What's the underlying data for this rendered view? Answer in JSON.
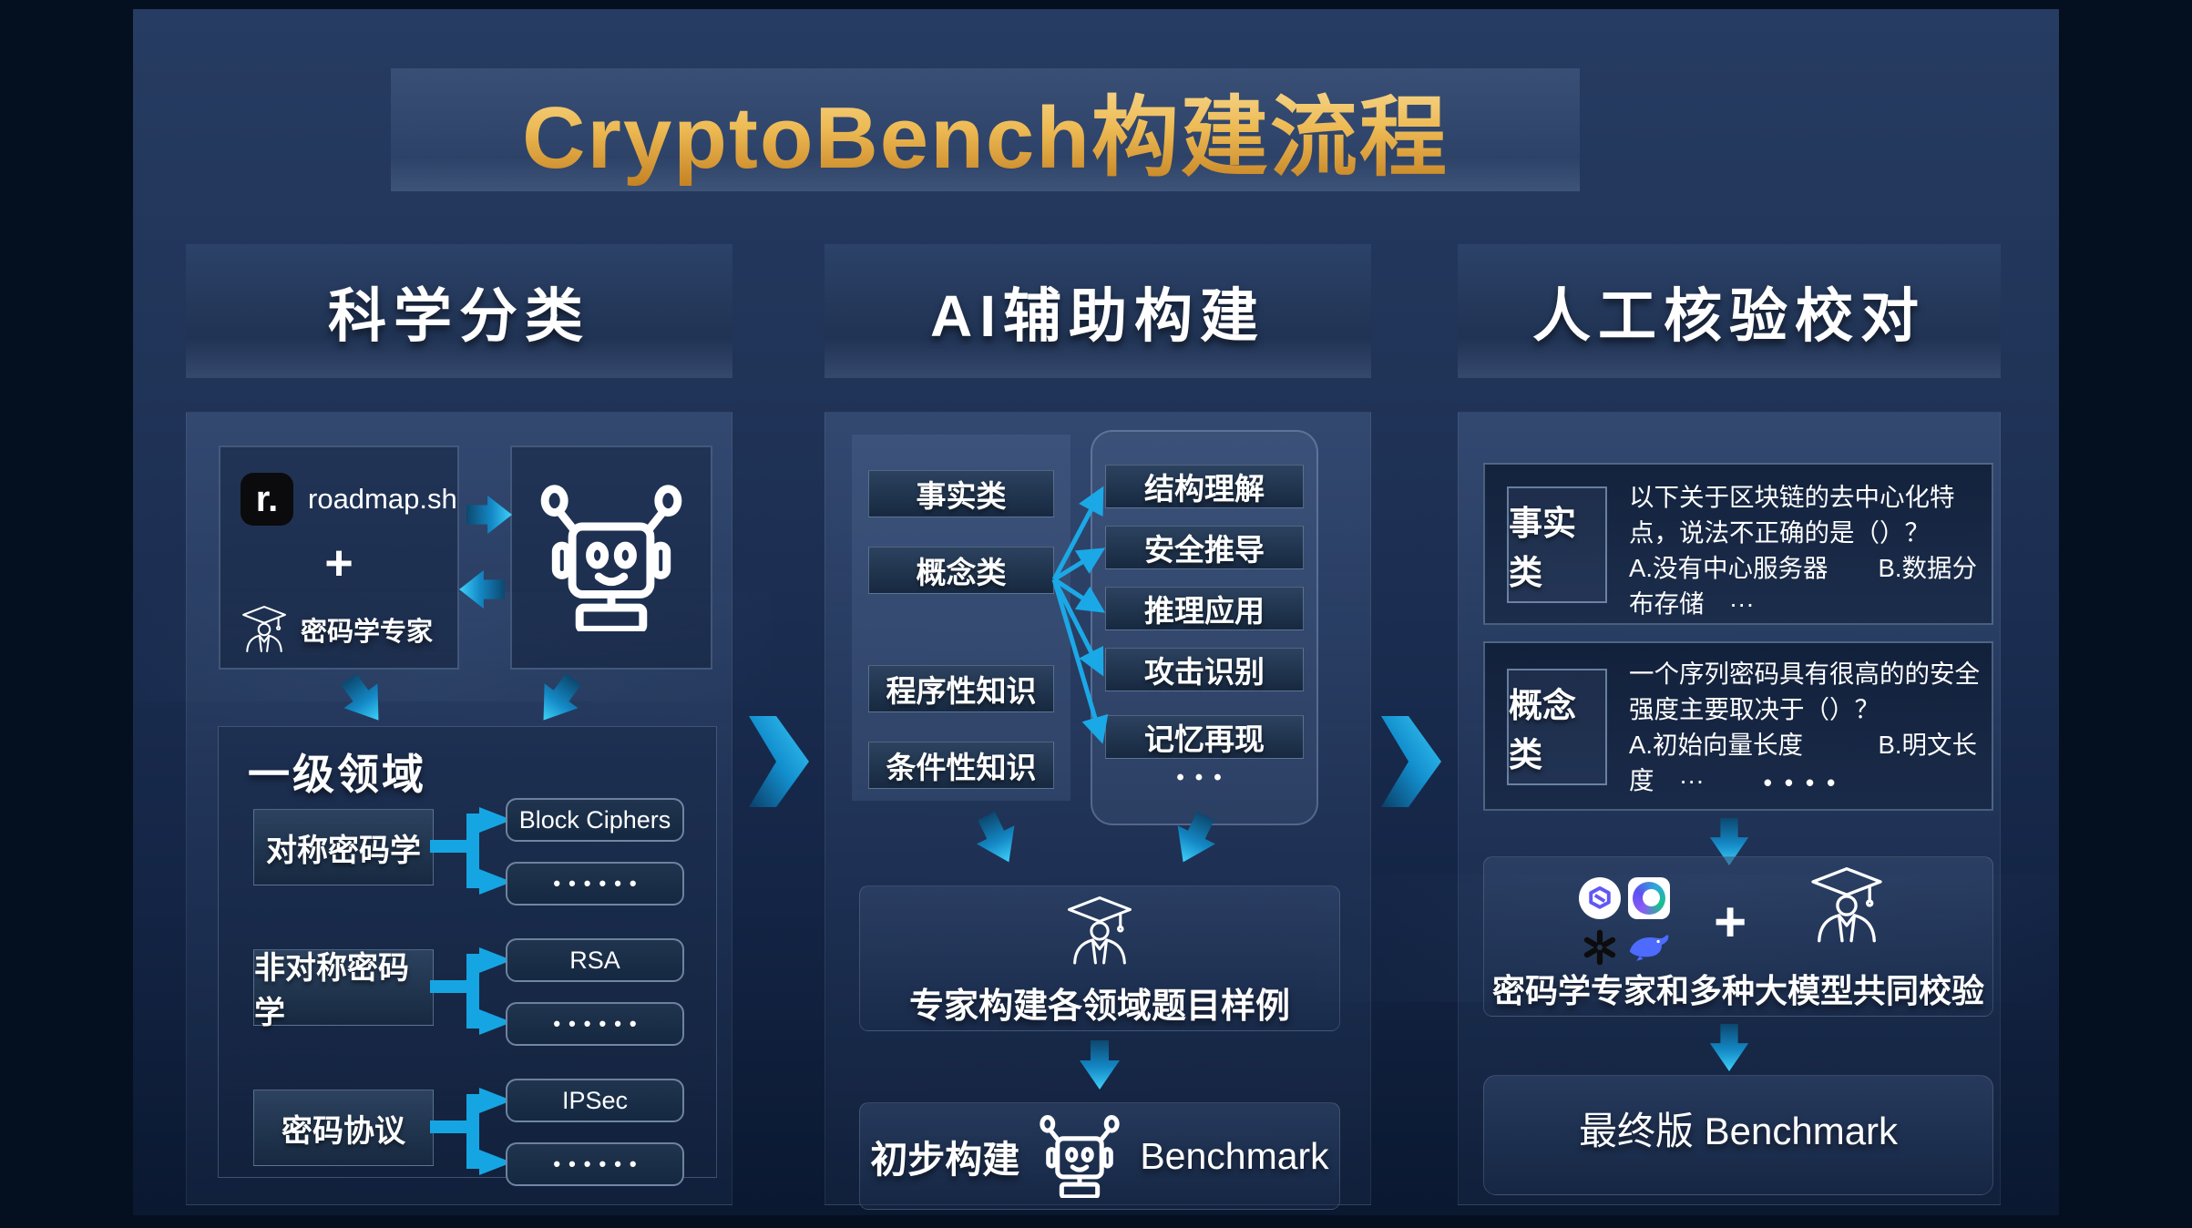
{
  "slide": {
    "title": "CryptoBench构建流程",
    "colors": {
      "accent_cyan": "#1ba8e6",
      "title_gold_light": "#f6d993",
      "title_gold_dark": "#c27d1e",
      "slide_bg_top": "#273c62",
      "slide_bg_bottom": "#0a1830",
      "outer_bg": "#04101f"
    }
  },
  "columns": {
    "classification": {
      "header": "科学分类",
      "roadmap_box": {
        "logo_glyph": "r.",
        "logo_label": "roadmap.sh",
        "plus": "+",
        "expert_label": "密码学专家"
      },
      "domains_panel": {
        "title": "一级领域",
        "rows": [
          {
            "domain": "对称密码学",
            "example": "Block Ciphers",
            "more": "••••••"
          },
          {
            "domain": "非对称密码学",
            "example": "RSA",
            "more": "••••••"
          },
          {
            "domain": "密码协议",
            "example": "IPSec",
            "more": "••••••"
          }
        ]
      }
    },
    "ai_build": {
      "header": "AI辅助构建",
      "knowledge_types": [
        "事实类",
        "概念类",
        "程序性知识",
        "条件性知识"
      ],
      "abilities": [
        "结构理解",
        "安全推导",
        "推理应用",
        "攻击识别",
        "记忆再现"
      ],
      "abilities_more": "•••",
      "expert_box_label": "专家构建各领域题目样例",
      "benchmark_prefix": "初步构建",
      "benchmark_suffix": "Benchmark"
    },
    "human_review": {
      "header": "人工核验校对",
      "examples": [
        {
          "label": "事实类",
          "question": "以下关于区块链的去中心化特点，说法不正确的是（）？",
          "options": "A.没有中心服务器　　B.数据分布存储　···"
        },
        {
          "label": "概念类",
          "question": "一个序列密码具有很高的的安全强度主要取决于（）？",
          "options": "A.初始向量长度　　　B.明文长度　···",
          "more": "••••"
        }
      ],
      "verify_box": {
        "plus": "+",
        "label": "密码学专家和多种大模型共同校验"
      },
      "final_label": "最终版 Benchmark"
    }
  }
}
